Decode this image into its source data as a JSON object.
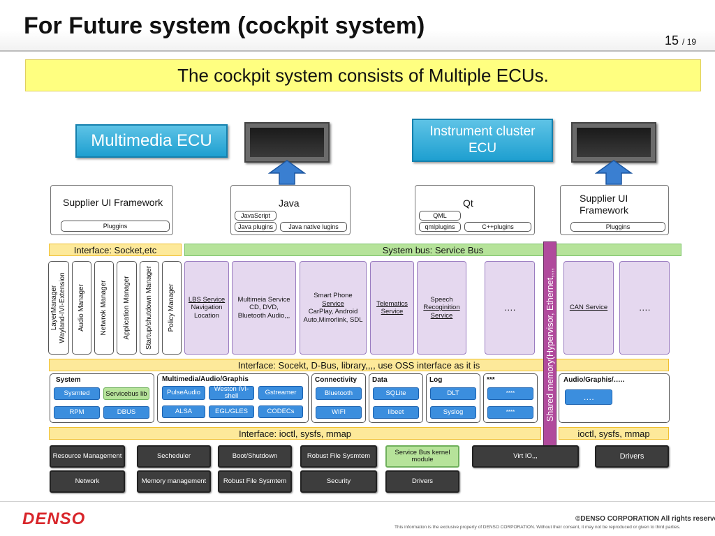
{
  "slide": {
    "title": "For Future system (cockpit system)",
    "page": "15",
    "page_total": "/ 19",
    "subtitle": "The cockpit system consists of Multiple ECUs."
  },
  "ecus": {
    "multimedia": "Multimedia ECU",
    "instrument_line1": "Instrument cluster",
    "instrument_line2": "ECU"
  },
  "frameworks": {
    "supplier_left": {
      "title": "Supplier UI Framework",
      "plugin": "Pluggins"
    },
    "java": {
      "title": "Java",
      "javascript": "JavaScript",
      "java_plugins": "Java plugins",
      "java_native": "Java native lugins"
    },
    "qt": {
      "title": "Qt",
      "qml": "QML",
      "qmlplugins": "qmlplugins",
      "cpp_plugins": "C++plugins"
    },
    "supplier_right": {
      "title_line1": "Supplier UI",
      "title_line2": "Framework",
      "plugin": "Pluggins"
    }
  },
  "bars": {
    "socket": "Interface: Socket,etc",
    "service_bus": "System bus: Service Bus",
    "dbus": "Interface: Socekt, D-Bus, library,,,, use OSS interface as it is",
    "ioctl_left": "Interface: ioctl, sysfs, mmap",
    "ioctl_right": "ioctl, sysfs, mmap"
  },
  "managers": {
    "layer_line1": "LayerManager",
    "layer_line2": "Wayland-IVI-Extension",
    "audio": "Audio Manager",
    "network": "Netwrok Manager",
    "application": "Application Manager",
    "startup": "Startup/shutdown Manager",
    "policy": "Policy Manager"
  },
  "services": {
    "lbs": {
      "l1": "LBS Service",
      "l2": "Navigation",
      "l3": "Location"
    },
    "multimedia": {
      "l1": "Multimeia Service",
      "l2": "CD, DVD,",
      "l3": "Bluetooth Audio,,,"
    },
    "smartphone": {
      "l1": "Smart Phone",
      "l2": "Service",
      "l3": "CarPlay, Android",
      "l4": "Auto,Mirrorlink, SDL"
    },
    "telematics": {
      "l1": "Telematics",
      "l2": "Service"
    },
    "speech": {
      "l1": "Speech",
      "l2": "Recoginition",
      "l3": "Service"
    },
    "dots1": "….",
    "can": "CAN Service",
    "dots2": "…."
  },
  "shared_memory": "Shared memory(Hypervisor, Ethernet,,,,",
  "middleware": {
    "system": {
      "title": "System",
      "systemd": "Sysmted",
      "servicebus": "Servicebus lib",
      "rpm": "RPM",
      "dbus": "DBUS"
    },
    "multimedia": {
      "title": "Multimedia/Audio/Graphis",
      "pulse": "PulseAudio",
      "weston": "Weston IVI-shell",
      "gstreamer": "Gstreamer",
      "alsa": "ALSA",
      "egl": "EGL/GLES",
      "codecs": "CODECs"
    },
    "connectivity": {
      "title": "Connectivity",
      "bluetooth": "Bluetooth",
      "wifi": "WIFI"
    },
    "data": {
      "title": "Data",
      "sqlite": "SQLite",
      "ibeet": "libeet"
    },
    "log": {
      "title": "Log",
      "dlt": "DLT",
      "syslog": "Syslog"
    },
    "stars": {
      "title": "***",
      "b1": "****",
      "b2": "****"
    },
    "audio_graphics_right": {
      "title": "Audio/Graphis/…..",
      "b1": "…."
    }
  },
  "kernel": {
    "resource": "Resource Management",
    "scheduler": "Secheduler",
    "boot": "Boot/Shutdown",
    "robust1": "Robust File Sysmtem",
    "service_bus_kernel": "Service Bus kernel module",
    "virtio": "Virt IO,,,",
    "drivers_right": "Drivers",
    "network": "Network",
    "memory": "Memory management",
    "robust2": "Robust File Sysmtem",
    "security": "Security",
    "drivers": "Drivers"
  },
  "footer": {
    "logo": "DENSO",
    "copyright": "©DENSO CORPORATION All rights reserved.",
    "disclaimer": "This information is the exclusive property of DENSO CORPORATION. Without their consent, it may not be reproduced or given to third parties."
  },
  "colors": {
    "ecu_blue": "#1e9fd0",
    "service_purple": "#e5d8ef",
    "bus_green": "#b6e39a",
    "interface_yellow": "#fde99a",
    "subtitle_yellow": "#ffff80",
    "shared_memory": "#b04a9c",
    "lib_blue": "#3b8ede",
    "kernel_dark": "#3d3d3d",
    "logo_red": "#d8262b"
  }
}
